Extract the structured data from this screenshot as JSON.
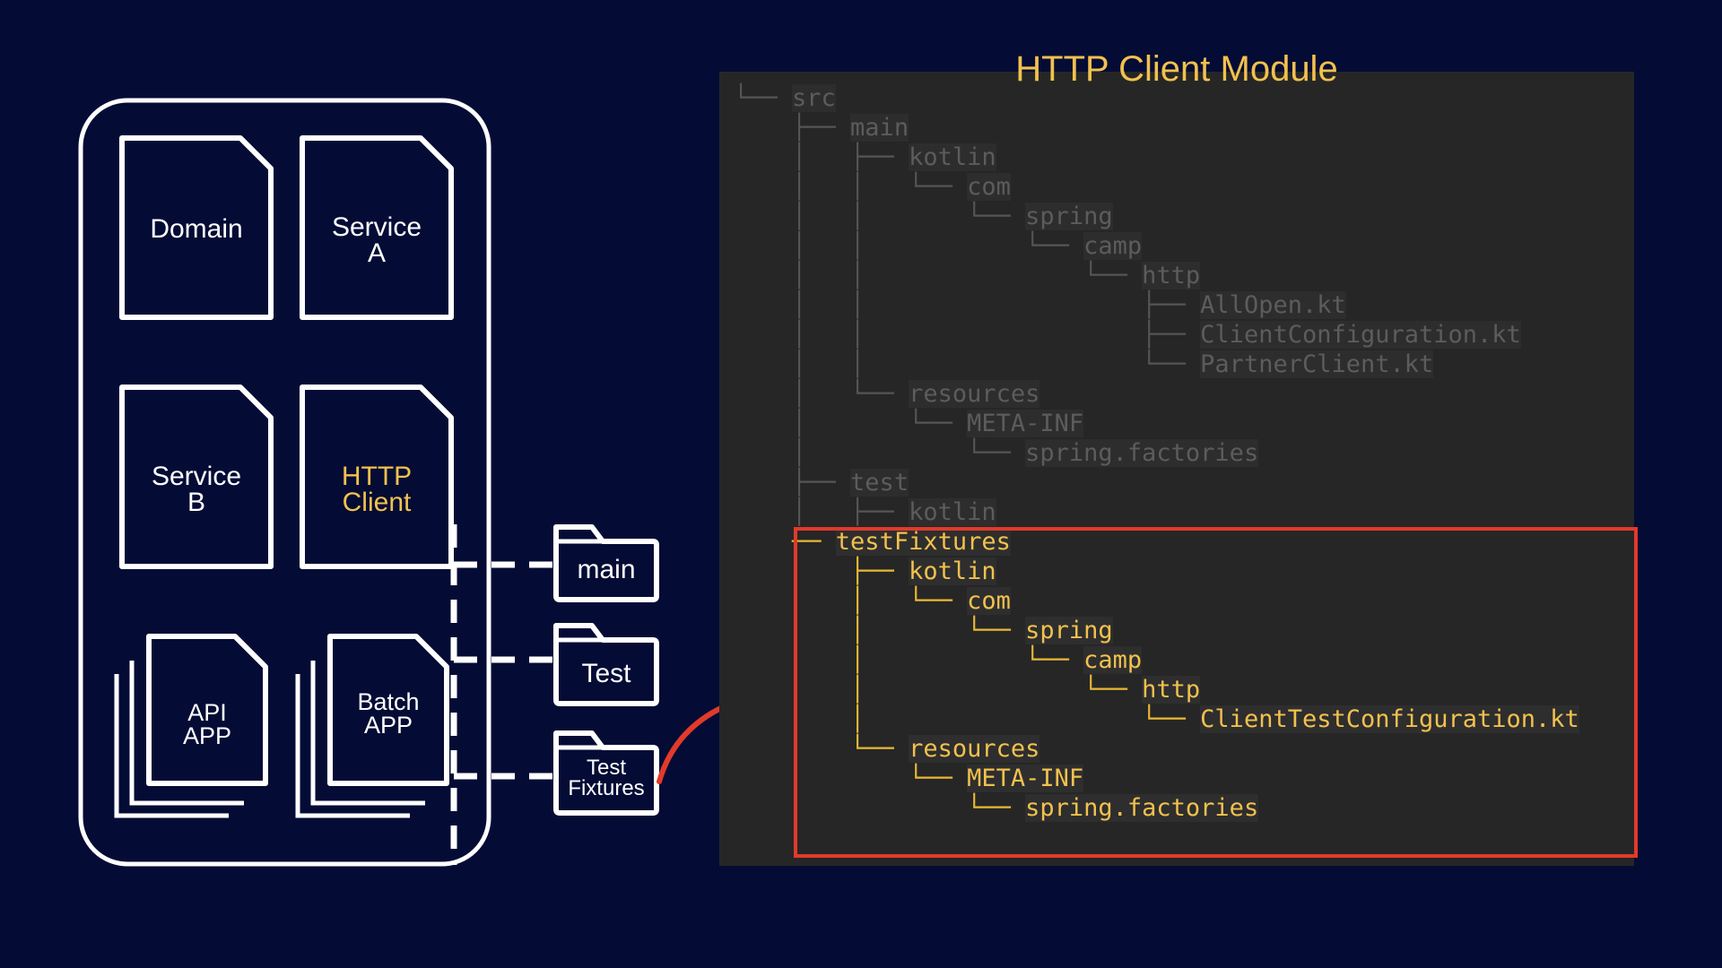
{
  "module_blocks": {
    "domain": {
      "line1": "Domain"
    },
    "service_a": {
      "line1": "Service",
      "line2": "A"
    },
    "service_b": {
      "line1": "Service",
      "line2": "B"
    },
    "http_client": {
      "line1": "HTTP",
      "line2": "Client"
    },
    "api_app": {
      "line1": "API",
      "line2": "APP"
    },
    "batch_app": {
      "line1": "Batch",
      "line2": "APP"
    }
  },
  "source_sets": {
    "main": {
      "line1": "main"
    },
    "test": {
      "line1": "Test"
    },
    "test_fixtures": {
      "line1": "Test",
      "line2": "Fixtures"
    }
  },
  "tree_title": "HTTP Client Module",
  "tree": [
    {
      "guide": "└── ",
      "name": "src",
      "hl": false
    },
    {
      "guide": "    ├── ",
      "name": "main",
      "hl": false
    },
    {
      "guide": "    │   ├── ",
      "name": "kotlin",
      "hl": false
    },
    {
      "guide": "    │   │   └── ",
      "name": "com",
      "hl": false
    },
    {
      "guide": "    │   │       └── ",
      "name": "spring",
      "hl": false
    },
    {
      "guide": "    │   │           └── ",
      "name": "camp",
      "hl": false
    },
    {
      "guide": "    │   │               └── ",
      "name": "http",
      "hl": false
    },
    {
      "guide": "    │   │                   ├── ",
      "name": "AllOpen.kt",
      "hl": false
    },
    {
      "guide": "    │   │                   ├── ",
      "name": "ClientConfiguration.kt",
      "hl": false
    },
    {
      "guide": "    │   │                   └── ",
      "name": "PartnerClient.kt",
      "hl": false
    },
    {
      "guide": "    │   └── ",
      "name": "resources",
      "hl": false
    },
    {
      "guide": "    │       └── ",
      "name": "META-INF",
      "hl": false
    },
    {
      "guide": "    │           └── ",
      "name": "spring.factories",
      "hl": false
    },
    {
      "guide": "    ├── ",
      "name": "test",
      "hl": false
    },
    {
      "guide": "    │   ├── ",
      "name": "kotlin",
      "hl": false
    },
    {
      "guide": "    ── ",
      "name": "testFixtures",
      "hl": true
    },
    {
      "guide": "        ├── ",
      "name": "kotlin",
      "hl": true
    },
    {
      "guide": "        │   └── ",
      "name": "com",
      "hl": true
    },
    {
      "guide": "        │       └── ",
      "name": "spring",
      "hl": true
    },
    {
      "guide": "        │           └── ",
      "name": "camp",
      "hl": true
    },
    {
      "guide": "        │               └── ",
      "name": "http",
      "hl": true
    },
    {
      "guide": "        │                   └── ",
      "name": "ClientTestConfiguration.kt",
      "hl": true
    },
    {
      "guide": "        └── ",
      "name": "resources",
      "hl": true
    },
    {
      "guide": "            └── ",
      "name": "META-INF",
      "hl": true
    },
    {
      "guide": "                └── ",
      "name": "spring.factories",
      "hl": true
    }
  ],
  "colors": {
    "background": "#040c35",
    "accent": "#f2c14e",
    "highlight_border": "#e23a2a",
    "arrow": "#e23a2a"
  }
}
